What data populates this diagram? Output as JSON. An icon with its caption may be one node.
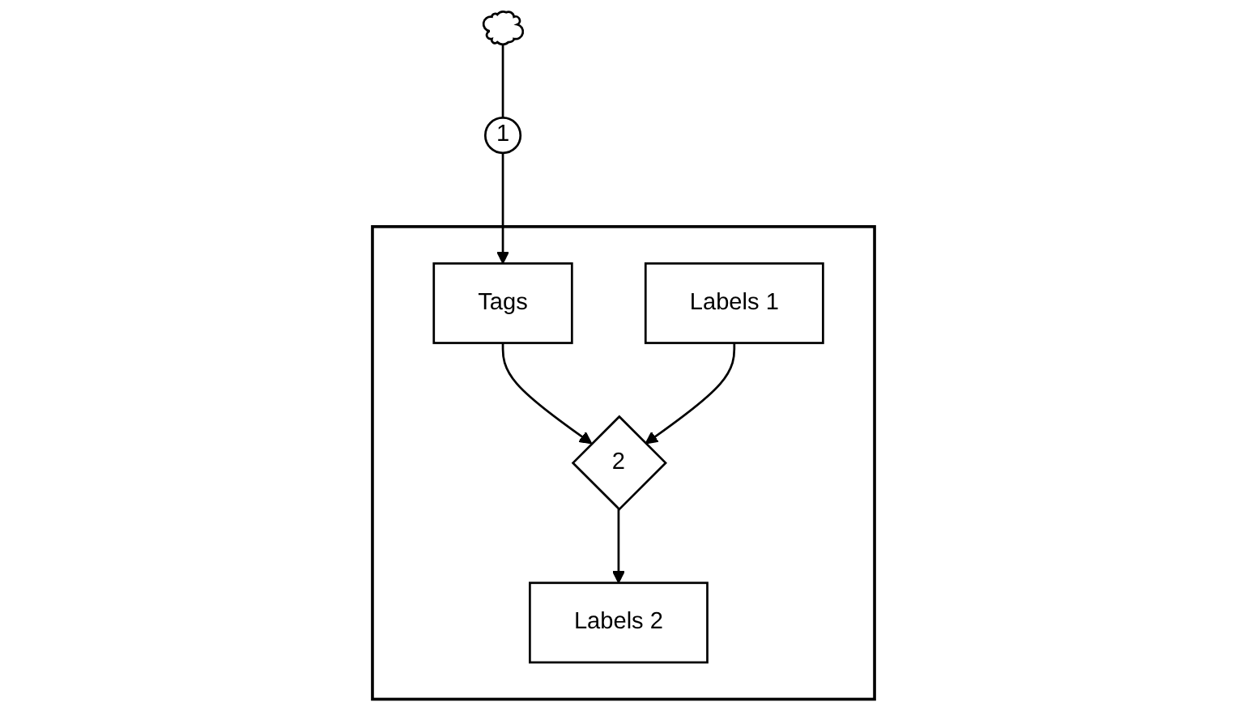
{
  "diagram": {
    "nodes": [
      {
        "text": [],
        "shape": "box"
      },
      {
        "text": [
          "Tags"
        ],
        "in": 0
      },
      {
        "text": [
          "1"
        ]
      },
      {
        "text": [],
        "shape": "cloud"
      },
      {
        "text": [
          "Labels 1"
        ],
        "in": 0
      },
      {
        "text": [
          "2"
        ],
        "in": 0
      },
      {
        "text": [
          "Labels 2"
        ],
        "in": 0
      }
    ],
    "edges": [
      {
        "from": 3,
        "to": 2,
        "arrow": "none"
      },
      {
        "from": 2,
        "to": 1,
        "arrow": "to"
      },
      {
        "from": 1,
        "to": 5,
        "arrow": "to"
      },
      {
        "from": 4,
        "to": 5,
        "arrow": "to"
      },
      {
        "from": 5,
        "to": 6,
        "arrow": "to"
      }
    ]
  }
}
